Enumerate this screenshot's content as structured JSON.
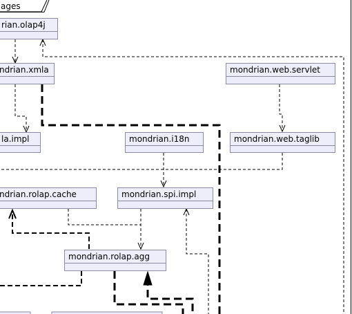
{
  "frame": {
    "label": "ages"
  },
  "packages": [
    {
      "id": "olap4j",
      "label": "rian.olap4j"
    },
    {
      "id": "xmla",
      "label": "ndrian.xmla"
    },
    {
      "id": "web_servlet",
      "label": "mondrian.web.servlet"
    },
    {
      "id": "xmla_impl",
      "label": "la.impl"
    },
    {
      "id": "i18n",
      "label": "mondrian.i18n"
    },
    {
      "id": "web_taglib",
      "label": "mondrian.web.taglib"
    },
    {
      "id": "rolap_cache",
      "label": "ndrian.rolap.cache"
    },
    {
      "id": "spi_impl",
      "label": "mondrian.spi.impl"
    },
    {
      "id": "rolap_agg",
      "label": "mondrian.rolap.agg"
    }
  ]
}
